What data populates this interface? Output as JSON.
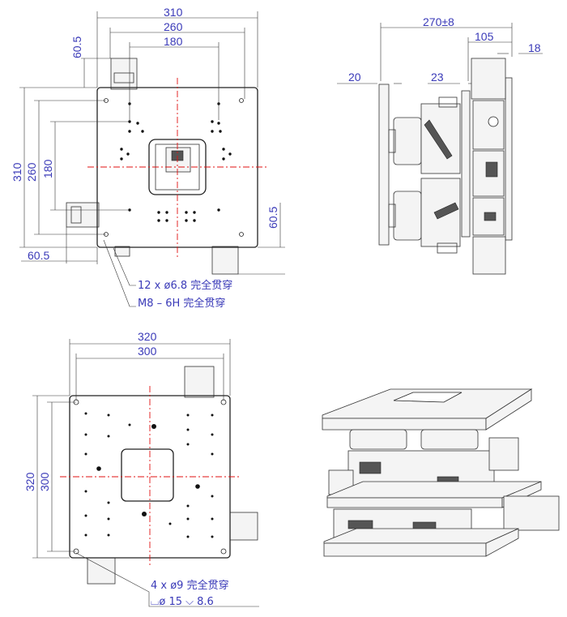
{
  "top_view": {
    "dims": {
      "w310": "310",
      "w260": "260",
      "w180": "180",
      "h310": "310",
      "h260": "260",
      "h180": "180",
      "left_offset_top": "60.5",
      "right_offset": "60.5",
      "bottom_left": "60.5"
    },
    "note_holes": "12 x ø6.8  完全贯穿",
    "note_thread": "M8 – 6H  完全贯穿"
  },
  "side_view": {
    "dims": {
      "overall": "270±8",
      "d105": "105",
      "d18": "18",
      "d20": "20",
      "d23": "23"
    }
  },
  "bottom_view": {
    "dims": {
      "w320": "320",
      "w300": "300",
      "h320": "320",
      "h300": "300"
    },
    "note_holes": "4 x ø9  完全贯穿",
    "note_cbore": "⌴ø 15  ⌵ 8.6"
  },
  "colors": {
    "dimension": "#3a3ab8",
    "centerline": "#e01010",
    "outline": "#222222"
  }
}
